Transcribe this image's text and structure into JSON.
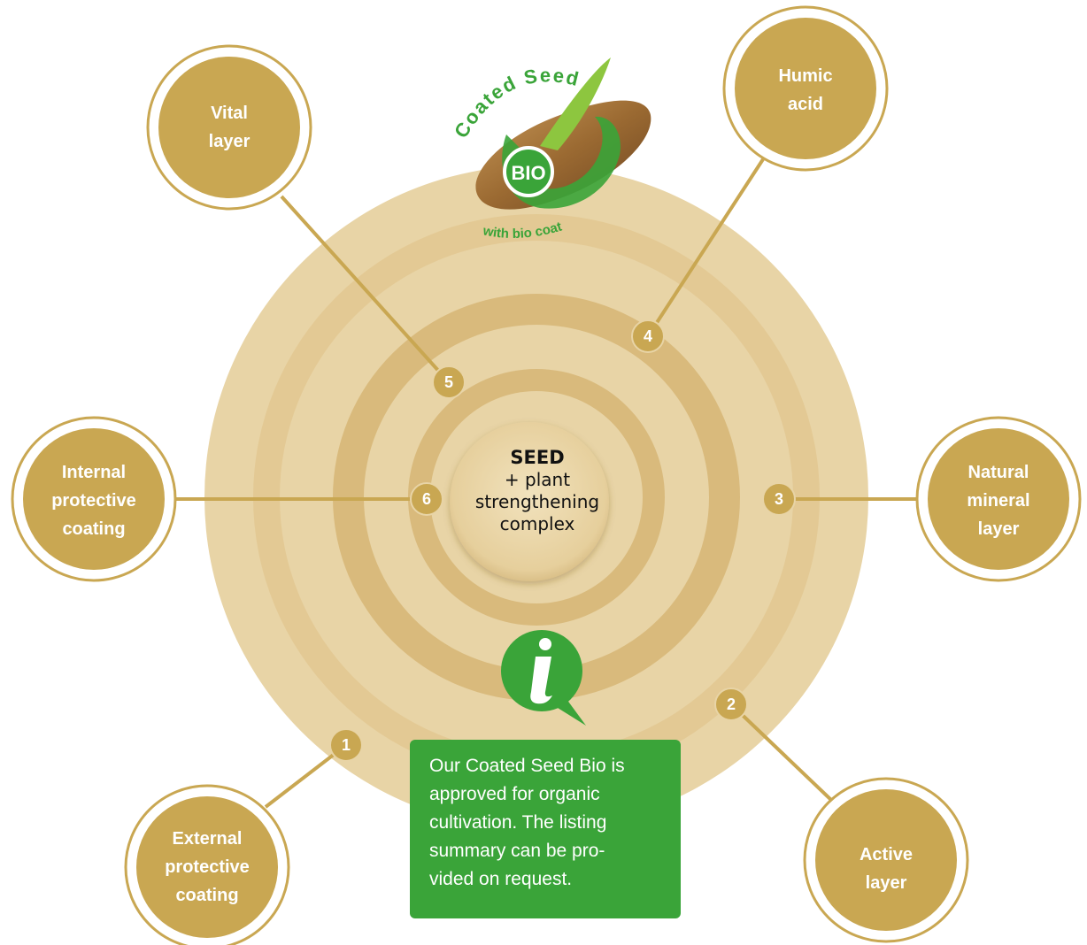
{
  "center": {
    "title": "SEED",
    "lines": [
      "+ plant",
      "strengthening",
      "complex"
    ]
  },
  "layers": [
    {
      "number": "1",
      "label": [
        "External",
        "protective",
        "coating"
      ]
    },
    {
      "number": "2",
      "label": [
        "Active",
        "layer"
      ]
    },
    {
      "number": "3",
      "label": [
        "Natural",
        "mineral",
        "layer"
      ]
    },
    {
      "number": "4",
      "label": [
        "Humic",
        "acid"
      ]
    },
    {
      "number": "5",
      "label": [
        "Vital",
        "layer"
      ]
    },
    {
      "number": "6",
      "label": [
        "Internal",
        "protective",
        "coating"
      ]
    }
  ],
  "logo": {
    "top_text": "Coated Seed",
    "badge": "BIO",
    "bottom_text": "with bio coat"
  },
  "info": {
    "icon": "info-icon",
    "lines": [
      "Our Coated Seed Bio is",
      "approved for organic",
      "cultivation. The listing",
      "summary can be pro-",
      "vided on request."
    ]
  },
  "colors": {
    "gold": "#c9a752",
    "ring_light": "#e7d3a4",
    "ring_dark": "#d7b879",
    "center_fill": "#ead7ab",
    "green": "#3aa439",
    "line": "#c9a752"
  }
}
